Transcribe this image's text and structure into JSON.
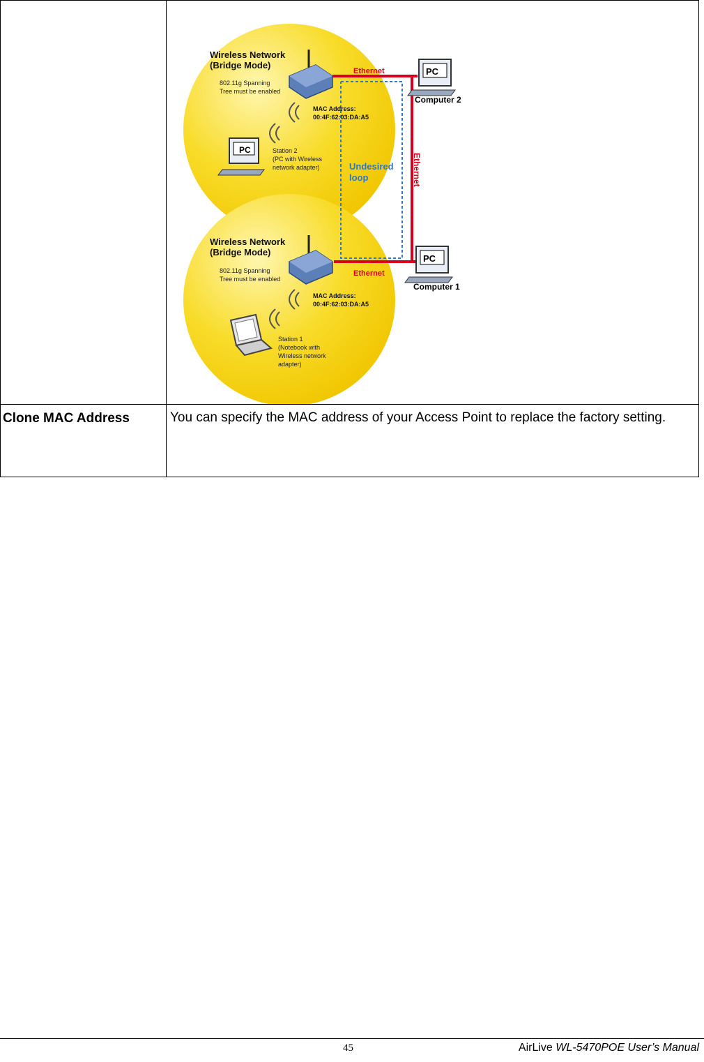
{
  "diagram": {
    "network_top": {
      "title_line1": "Wireless Network",
      "title_line2": "(Bridge Mode)",
      "note_line1": "802.11g Spanning",
      "note_line2": "Tree must be enabled",
      "mac_label": "MAC Address:",
      "mac_value": "00:4F:62:03:DA:A5",
      "station_line1": "Station 2",
      "station_line2": "(PC with Wireless",
      "station_line3": "network adapter)"
    },
    "network_bottom": {
      "title_line1": "Wireless Network",
      "title_line2": "(Bridge Mode)",
      "note_line1": "802.11g Spanning",
      "note_line2": "Tree must be enabled",
      "mac_label": "MAC Address:",
      "mac_value": "00:4F:62:03:DA:A5",
      "station_line1": "Station 1",
      "station_line2": "(Notebook with",
      "station_line3": "Wireless network",
      "station_line4": "adapter)"
    },
    "ethernet_top": "Ethernet",
    "ethernet_bottom": "Ethernet",
    "ethernet_vertical": "Ethernet",
    "loop_line1": "Undesired",
    "loop_line2": "loop",
    "computer_top_badge": "PC",
    "computer_top_label": "Computer 2",
    "computer_bottom_badge": "PC",
    "computer_bottom_label": "Computer 1",
    "station_top_badge": "PC",
    "colors": {
      "yellow": "#f5d400",
      "yellow_light": "#fff3a0",
      "ethernet_red": "#d6001c",
      "loop_blue": "#2f78c0",
      "router_blue": "#5c7fb8"
    }
  },
  "row": {
    "label": "Clone MAC Address",
    "description": "You can specify the MAC address of your Access Point to replace the factory setting."
  },
  "footer": {
    "page_number": "45",
    "brand": "AirLive ",
    "model": "WL-5470POE User’s Manual"
  }
}
